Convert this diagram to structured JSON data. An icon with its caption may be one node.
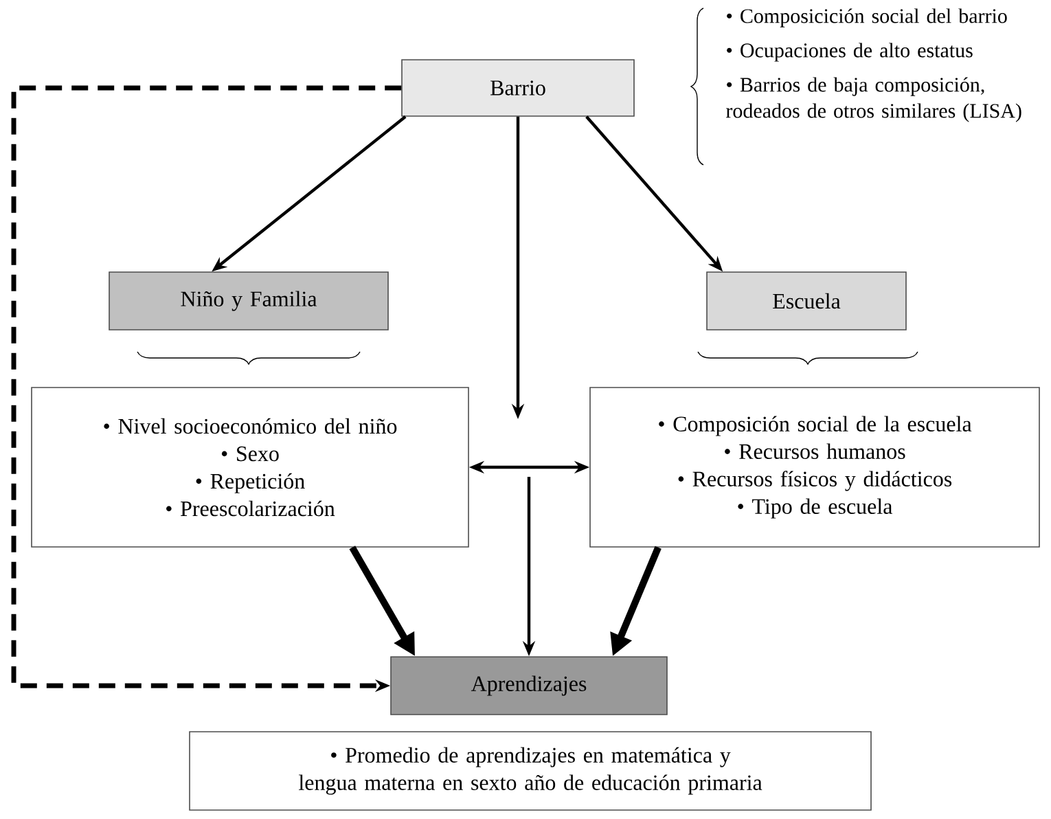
{
  "diagram": {
    "nodes": [
      {
        "text": [
          "Barrio"
        ]
      },
      {
        "text": [
          "Niño y Familia"
        ]
      },
      {
        "text": [
          "Escuela"
        ]
      },
      {
        "text": [
          "• Nivel socioeconómico del niño",
          "• Sexo",
          "• Repetición",
          "• Preescolarización"
        ]
      },
      {
        "text": [
          "• Composición social de la escuela",
          "• Recursos humanos",
          "• Recursos físicos y didácticos",
          "• Tipo de escuela"
        ]
      },
      {
        "text": [
          "Aprendizajes"
        ]
      },
      {
        "text": [
          "• Promedio de aprendizajes en matemática y lengua materna en sexto año de educación primaria"
        ]
      }
    ],
    "edges": [
      {
        "from": 0,
        "to": 1,
        "arrow": "to"
      },
      {
        "from": 0,
        "to": 2,
        "arrow": "to"
      },
      {
        "from": 0,
        "to": null,
        "arrow": "to"
      },
      {
        "from": 3,
        "to": 4,
        "arrow": "both"
      },
      {
        "from": null,
        "to": 5,
        "arrow": "to"
      },
      {
        "from": 3,
        "to": 5,
        "arrow": "to",
        "style": "thick"
      },
      {
        "from": 4,
        "to": 5,
        "arrow": "to",
        "style": "thick"
      },
      {
        "from": 0,
        "to": 5,
        "arrow": "to",
        "style": "dashed"
      }
    ],
    "labels": [
      "• Composicición social del barrio",
      "• Ocupaciones de alto estatus",
      "• Barrios de baja composición, rodeados de otros similares (LISA)"
    ]
  }
}
